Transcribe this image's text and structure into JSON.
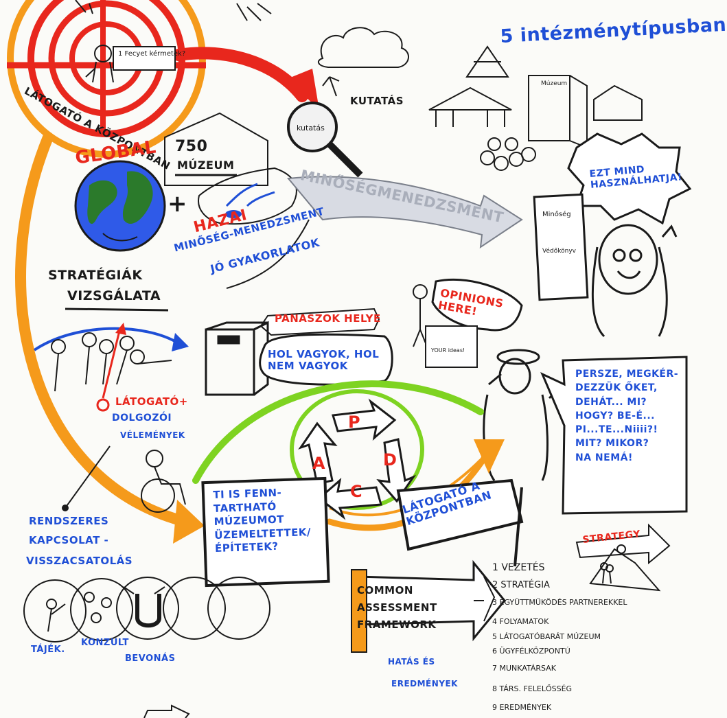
{
  "header": {
    "five_types": "5 intézménytípusban"
  },
  "target": {
    "sign": "1 Fecyet kérmetek?",
    "arc_label": "LÁTOGATÓ A KÖZPONTBAN"
  },
  "research": {
    "label": "KUTATÁS"
  },
  "museums": {
    "count": "750",
    "label": "MÚZEUM",
    "tower_label": "Múzeum"
  },
  "global": {
    "label": "GLOBAL",
    "plus": "+"
  },
  "domestic": {
    "hazai": "HAZAI",
    "line1": "MINŐSÉG-MENEDZSMENT",
    "line2": "JÓ GYAKORLATOK"
  },
  "strategy_review": {
    "line1": "STRATÉGIÁK",
    "line2": "VIZSGÁLATA"
  },
  "quality_management": {
    "label": "MINŐSÉGMENEDZSMENT"
  },
  "woman": {
    "bubble": "EZT MIND\nHASZNÁLHATJA!",
    "book_1": "Minőség",
    "book_2": "Védőkönyv"
  },
  "complaints": {
    "arrow_label": "PANASZOK HELYE",
    "bubble": "HOL VAGYOK, HOL\nNEM VAGYOK"
  },
  "opinions": {
    "sign": "OPINIONS\nHERE!",
    "box_label": "YOUR ideas!"
  },
  "visitors_staff": {
    "line1": "LÁTOGATÓ+",
    "line2": "DOLGOZÓI",
    "line3": "VÉLEMÉNYEK"
  },
  "conductor": {
    "bubble": "PERSZE, MEGKÉR-\nDEZZÜK ŐKET,\nDEHÁT... MI?\nHOGY? BE-É...\nPI...TE...Niiii?!\nMIT? MIKOR?\nNA NEMÁ!"
  },
  "pdca": {
    "p": "P",
    "d": "D",
    "c": "C",
    "a": "A"
  },
  "sustain_question": "TI IS FENN-\nTARTHATÓ\nMÚZEUMOT\nÜZEMELTETTEK/\nÉPÍTETEK?",
  "visitor_center_sign": "LÁTOGATÓ A\nKÖZPONTBAN",
  "feedback": {
    "line1": "RENDSZERES",
    "line2": "KAPCSOLAT -",
    "line3": "VISSZACSATOLÁS"
  },
  "venn": {
    "info": "TÁJÉK.",
    "consult": "KONZULT",
    "involve": "BEVONÁS"
  },
  "caf": {
    "line1": "COMMON",
    "line2": "ASSESSMENT",
    "line3": "FRAMEWORK",
    "effects_1": "HATÁS ÉS",
    "effects_2": "EREDMÉNYEK"
  },
  "strategy_arrow": "STRATEGY",
  "criteria": [
    "1 VEZETÉS",
    "2 STRATÉGIA",
    "3 EGYÜTTMŰKÖDÉS PARTNEREKKEL",
    "4 FOLYAMATOK",
    "5 LÁTOGATÓBARÁT MÚZEUM",
    "6 ÜGYFÉLKÖZPONTÚ",
    "7 MUNKATÁRSAK",
    "8 TÁRS. FELELŐSSÉG",
    "9 EREDMÉNYEK"
  ],
  "colors": {
    "orange": "#f59a1b",
    "red": "#e8271d",
    "blue": "#1f4fd6",
    "green": "#7ed321",
    "gray": "#b9bec8",
    "ink": "#1a1a1a"
  }
}
